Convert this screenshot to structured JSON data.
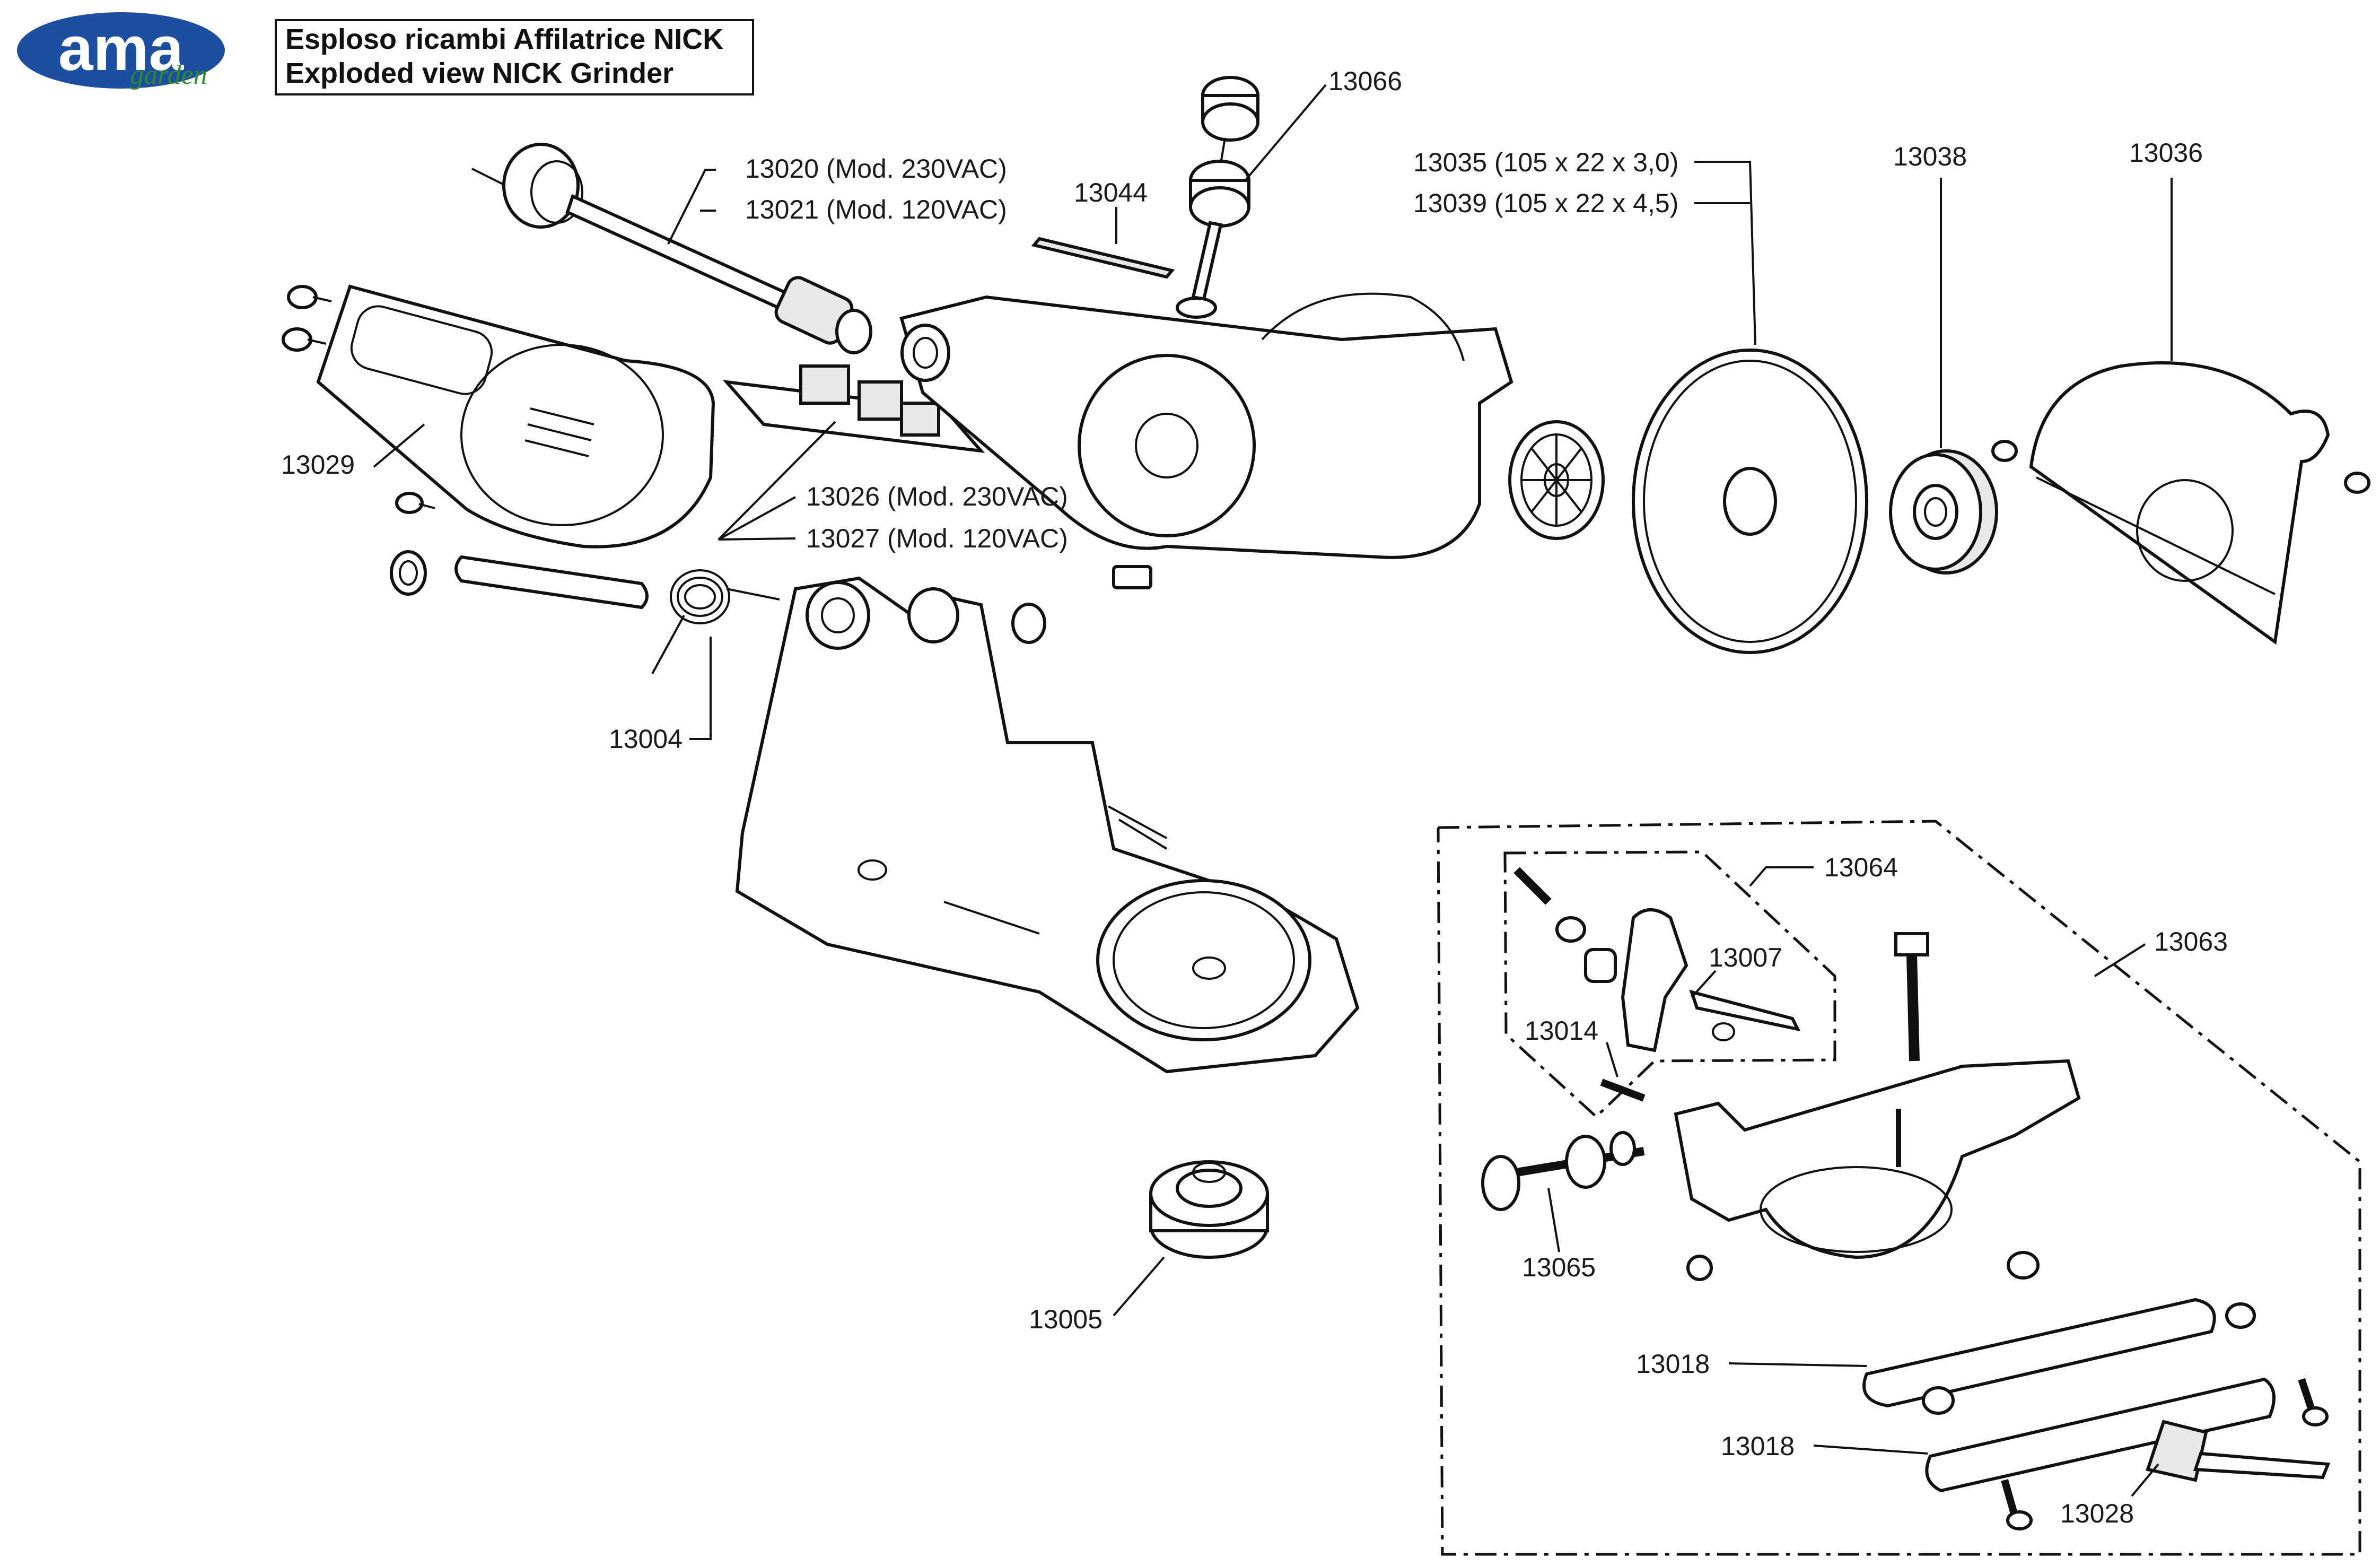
{
  "logo": {
    "brand": "ama",
    "tagline": "garden",
    "color": "#1d4fa0"
  },
  "title": {
    "line1": "Esploso ricambi Affilatrice NICK",
    "line2": "Exploded view NICK Grinder"
  },
  "labels": {
    "p13066": "13066",
    "p13020": "13020 (Mod. 230VAC)",
    "p13021": "13021 (Mod. 120VAC)",
    "p13044": "13044",
    "p13035": "13035 (105 x 22 x 3,0)",
    "p13039": "13039 (105 x 22 x 4,5)",
    "p13038": "13038",
    "p13036": "13036",
    "p13029": "13029",
    "p13026": "13026 (Mod. 230VAC)",
    "p13027": "13027 (Mod. 120VAC)",
    "p13004": "13004",
    "p13064": "13064",
    "p13063": "13063",
    "p13007": "13007",
    "p13014": "13014",
    "p13065": "13065",
    "p13005": "13005",
    "p13018a": "13018",
    "p13018b": "13018",
    "p13028": "13028"
  }
}
